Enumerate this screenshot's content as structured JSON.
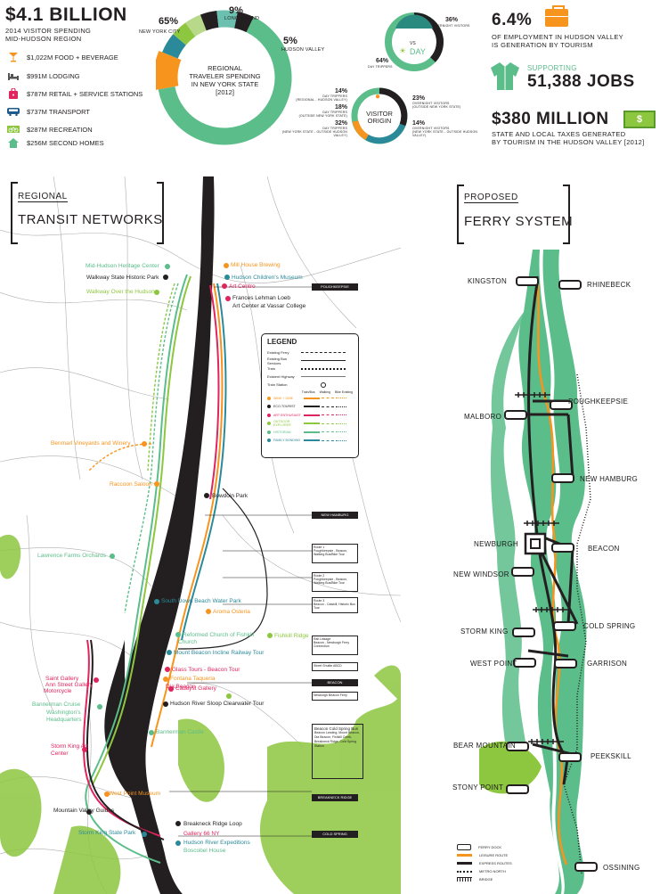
{
  "header": {
    "total": "$4.1 BILLION",
    "subtitle_line1": "2014 VISITOR SPENDING",
    "subtitle_line2": "MID-HUDSON REGION",
    "spending": [
      {
        "icon": "cocktail-icon",
        "label": "$1,022M FOOD + BEVERAGE",
        "color": "#f7941d"
      },
      {
        "icon": "bed-icon",
        "label": "$991M LODGING",
        "color": "#555555"
      },
      {
        "icon": "shopping-bag-icon",
        "label": "$787M RETAIL + SERVICE STATIONS",
        "color": "#e0245e"
      },
      {
        "icon": "bus-icon",
        "label": "$737M TRANSPORT",
        "color": "#1e5a8c"
      },
      {
        "icon": "bicycle-icon",
        "label": "$287M RECREATION",
        "color": "#8dc63f"
      },
      {
        "icon": "house-icon",
        "label": "$256M SECOND HOMES",
        "color": "#5bbd8a"
      }
    ]
  },
  "donut": {
    "center_line1": "REGIONAL",
    "center_line2": "TRAVELER SPENDING",
    "center_line3": "IN NEW YORK STATE",
    "center_line4": "[2012]",
    "nyc_pct": "65%",
    "nyc_label": "NEW YORK CITY",
    "li_pct": "9%",
    "li_label": "LONG ISLAND",
    "hv_pct": "5%",
    "hv_label": "HUDSON VALLEY",
    "segments": [
      {
        "value": 65,
        "color": "#5bbd8a"
      },
      {
        "value": 9,
        "color": "#f7941d"
      },
      {
        "value": 5,
        "color": "#2b8a9a"
      },
      {
        "value": 4,
        "color": "#8dc63f"
      },
      {
        "value": 4,
        "color": "#b8d98a"
      },
      {
        "value": 4,
        "color": "#231f20"
      },
      {
        "value": 5,
        "color": "#6cc0b0"
      },
      {
        "value": 4,
        "color": "#231f20"
      }
    ]
  },
  "night_day": {
    "night": "NIGHT",
    "vs": "VS",
    "day": "DAY",
    "night_pct": "36%",
    "night_sub": "OVERNIGHT VISITORS",
    "day_pct": "64%",
    "day_sub": "DAY TRIPPERS"
  },
  "origin": {
    "title_line1": "VISITOR",
    "title_line2": "ORIGIN",
    "left": [
      {
        "pct": "14%",
        "line1": "DAY TRIPPERS",
        "line2": "(REGIONAL - HUDSON VALLEY)"
      },
      {
        "pct": "18%",
        "line1": "DAY TRIPPERS",
        "line2": "(OUTSIDE NEW YORK STATE)"
      },
      {
        "pct": "32%",
        "line1": "DAY TRIPPERS",
        "line2": "(NEW YORK STATE - OUTSIDE HUDSON VALLEY)"
      }
    ],
    "right": [
      {
        "pct": "23%",
        "line1": "OVERNIGHT VISITORS",
        "line2": "(OUTSIDE NEW YORK STATE)"
      },
      {
        "pct": "14%",
        "line1": "OVERNIGHT VISITORS",
        "line2": "(NEW YORK STATE - OUTSIDE HUDSON VALLEY)"
      }
    ]
  },
  "stats": {
    "employment_pct": "6.4%",
    "employment_line1": "OF EMPLOYMENT IN HUDSON VALLEY",
    "employment_line2": "IS GENERATION BY TOURISM",
    "supporting": "SUPPORTING",
    "jobs": "51,388 JOBS",
    "taxes": "$380 MILLION",
    "taxes_line1": "STATE AND LOCAL TAXES GENERATED",
    "taxes_line2": "BY TOURISM IN THE HUDSON VALLEY [2012]"
  },
  "transit": {
    "label": "REGIONAL",
    "title": "TRANSIT NETWORKS",
    "legend": {
      "title": "LEGEND",
      "rows": [
        "Existing Ferry",
        "Existing Bus Services",
        "Train",
        "Existent Highway",
        "Train Station"
      ],
      "col_headers": [
        "Train/Bus",
        "Walking",
        "Bike Existing"
      ],
      "routes": [
        {
          "name": "WINE + DINE",
          "color": "#f7941d"
        },
        {
          "name": "ECO-TOURIST",
          "color": "#231f20"
        },
        {
          "name": "ART ENTHUSIAST",
          "color": "#e0245e"
        },
        {
          "name": "OUTDOOR EXPLORER",
          "color": "#8dc63f"
        },
        {
          "name": "HISTORIAN",
          "color": "#5bbd8a"
        },
        {
          "name": "FAMILY BONDING",
          "color": "#2b8a9a"
        }
      ]
    },
    "station_labels": [
      "POUGHKEEPSIE",
      "NEW HAMBURG",
      "BEACON",
      "BREAKNECK RIDGE",
      "COLD SPRING"
    ],
    "route_boxes": [
      {
        "title": "Route 1",
        "body": "Poughkeepsie - Beacon, Walking Bus/Bike Tour"
      },
      {
        "title": "Route 2",
        "body": "Poughkeepsie - Beacon, Walking Bus/Bike Tour"
      },
      {
        "title": "Route 3",
        "body": "Beacon - Catskill, Historic Bus Tour"
      },
      {
        "title": "Rail Linkage",
        "body": "Beacon - Newburgh Ferry Connection"
      },
      {
        "title": "Street Shuttle ABCD",
        "body": ""
      },
      {
        "title": "Newburgh Beacon Ferry",
        "body": ""
      },
      {
        "title": "Beacon Cold Spring Bus",
        "body": "Beacon Landing, Mount Beacon, Dia Beacon, Fishkill Creek, Breakneck Ridge, Cold Spring Station"
      }
    ],
    "pois": [
      {
        "name": "Mid-Hudson Heritage Center",
        "color": "#5bbd8a"
      },
      {
        "name": "Walkway State Historic Park",
        "color": "#231f20"
      },
      {
        "name": "Walkway Over the Hudson",
        "color": "#8dc63f"
      },
      {
        "name": "Mill House Brewing",
        "color": "#f7941d"
      },
      {
        "name": "Hudson Children's Museum",
        "color": "#2b8a9a"
      },
      {
        "name": "Art Centro",
        "color": "#e0245e"
      },
      {
        "name": "Frances Lehman Loeb",
        "color": "#e0245e"
      },
      {
        "name": "Art Center at Vassar College",
        "color": "#e0245e"
      },
      {
        "name": "Benmarl Vineyards and Winery",
        "color": "#f7941d"
      },
      {
        "name": "Raccoon Saloon",
        "color": "#f7941d"
      },
      {
        "name": "Bowdoin Park",
        "color": "#231f20"
      },
      {
        "name": "Lawrence Farms Orchards",
        "color": "#5bbd8a"
      },
      {
        "name": "South Down Beach Water Park",
        "color": "#2b8a9a"
      },
      {
        "name": "Aroma Osteria",
        "color": "#f7941d"
      },
      {
        "name": "Reformed Church of Fishkill",
        "color": "#5bbd8a"
      },
      {
        "name": "Fishkill Ridge",
        "color": "#8dc63f"
      },
      {
        "name": "Mount Beacon Incline Railway Tour",
        "color": "#2b8a9a"
      },
      {
        "name": "Glass Tours - Beacon Tour",
        "color": "#e0245e"
      },
      {
        "name": "Fontana Taqueria",
        "color": "#f7941d"
      },
      {
        "name": "Catalyst Gallery",
        "color": "#e0245e"
      },
      {
        "name": "Dia:Beacon",
        "color": "#e0245e"
      },
      {
        "name": "Hudson River Sloop Clearwater Tour",
        "color": "#231f20"
      },
      {
        "name": "Bannerman Castle",
        "color": "#5bbd8a"
      },
      {
        "name": "Storm King Art Center",
        "color": "#e0245e"
      },
      {
        "name": "Mountain Valley Guides",
        "color": "#231f20"
      },
      {
        "name": "Storm King State Park",
        "color": "#2b8a9a"
      },
      {
        "name": "Breakneck Ridge Loop",
        "color": "#231f20"
      },
      {
        "name": "Hudson River Expeditions",
        "color": "#2b8a9a"
      },
      {
        "name": "Gallery 66 NY",
        "color": "#e0245e"
      },
      {
        "name": "Boscobel House",
        "color": "#5bbd8a"
      },
      {
        "name": "West Point Museum",
        "color": "#5bbd8a"
      },
      {
        "name": "Bannerman Cruise",
        "color": "#5bbd8a"
      },
      {
        "name": "Washington's Headquarters",
        "color": "#5bbd8a"
      },
      {
        "name": "Motorcycle",
        "color": "#e0245e"
      },
      {
        "name": "Saint Gallery",
        "color": "#e0245e"
      },
      {
        "name": "Ann Street Gallery",
        "color": "#e0245e"
      },
      {
        "name": "Church",
        "color": "#5bbd8a"
      }
    ]
  },
  "ferry": {
    "label": "PROPOSED",
    "title": "FERRY SYSTEM",
    "stops": [
      {
        "name": "KINGSTON",
        "side": "left"
      },
      {
        "name": "RHINEBECK",
        "side": "right"
      },
      {
        "name": "POUGHKEEPSIE",
        "side": "right"
      },
      {
        "name": "MALBORO",
        "side": "left"
      },
      {
        "name": "NEW HAMBURG",
        "side": "right"
      },
      {
        "name": "NEWBURGH",
        "side": "left"
      },
      {
        "name": "BEACON",
        "side": "right"
      },
      {
        "name": "NEW WINDSOR",
        "side": "left"
      },
      {
        "name": "STORM KING",
        "side": "left"
      },
      {
        "name": "COLD SPRING",
        "side": "right"
      },
      {
        "name": "WEST POINT",
        "side": "left"
      },
      {
        "name": "GARRISON",
        "side": "right"
      },
      {
        "name": "BEAR MOUNTAIN",
        "side": "left"
      },
      {
        "name": "PEEKSKILL",
        "side": "right"
      },
      {
        "name": "STONY POINT",
        "side": "left"
      },
      {
        "name": "OSSINING",
        "side": "right"
      }
    ],
    "legend": [
      {
        "label": "FERRY DOCK"
      },
      {
        "label": "LEISURE ROUTE",
        "color": "#f7941d"
      },
      {
        "label": "EXPRESS ROUTES",
        "color": "#231f20"
      },
      {
        "label": "METRO NORTH"
      },
      {
        "label": "BRIDGE"
      }
    ]
  }
}
